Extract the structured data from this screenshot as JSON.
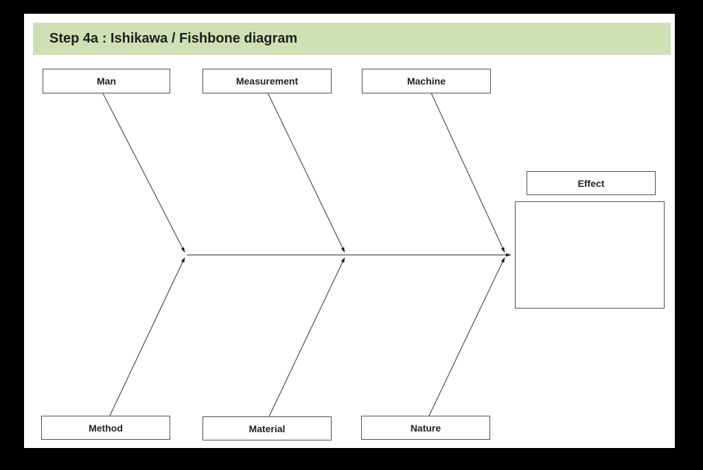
{
  "window": {
    "background_color": "#000000",
    "page_background_color": "#ffffff"
  },
  "header": {
    "title": "Step 4a : Ishikawa / Fishbone diagram",
    "background_color": "#cfe0b5",
    "text_color": "#1f1f1f"
  },
  "diagram": {
    "type": "fishbone",
    "top_causes": [
      {
        "label": "Man"
      },
      {
        "label": "Measurement"
      },
      {
        "label": "Machine"
      }
    ],
    "bottom_causes": [
      {
        "label": "Method"
      },
      {
        "label": "Material"
      },
      {
        "label": "Nature"
      }
    ],
    "effect": {
      "label": "Effect",
      "content": ""
    },
    "line_color": "#4d4d4d",
    "arrow_color": "#1a1a1a"
  }
}
